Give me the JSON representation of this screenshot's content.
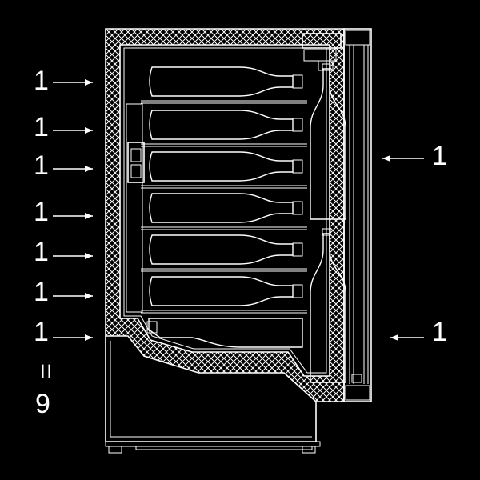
{
  "figure": {
    "background_color": "#000000",
    "line_color": "#ffffff"
  },
  "callouts": {
    "left": [
      "1",
      "1",
      "1",
      "1",
      "1",
      "1",
      "1"
    ],
    "right": [
      "1",
      "1"
    ],
    "equals_sign": "=",
    "total": "9"
  }
}
